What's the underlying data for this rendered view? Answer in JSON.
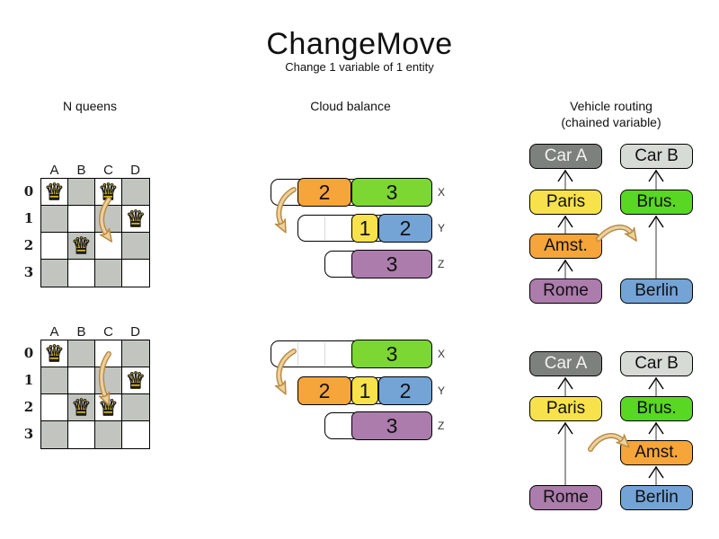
{
  "title": "ChangeMove",
  "subtitle": "Change 1 variable of 1 entity",
  "icons": {
    "queen": "♛",
    "move_arrow": "curved-tan-arrow",
    "chain_link_arrow": "up-chevron-arrow"
  },
  "colors": {
    "board_dark_square": "#c2c5bf",
    "queen_gold": "#f3cf1d",
    "move_arrow_fill": "#ecd0a0",
    "move_arrow_outline": "#b98a3e",
    "chain_line_gray": "#7a7a7a",
    "orange": "#f6a53b",
    "green": "#7cd732",
    "bright_green": "#58d723",
    "yellow": "#f7e24b",
    "blue": "#74a3d6",
    "purple": "#ac7cac",
    "car_a_gray": "#7d817d",
    "car_b_gray": "#d7dbd5"
  },
  "nqueens": {
    "label": "N queens",
    "columns": [
      "A",
      "B",
      "C",
      "D"
    ],
    "rows": [
      "0",
      "1",
      "2",
      "3"
    ],
    "before": {
      "queens": [
        "A0",
        "C0",
        "D1",
        "B2"
      ],
      "move": {
        "from": "C0",
        "to": "C2"
      }
    },
    "after": {
      "queens": [
        "A0",
        "D1",
        "B2",
        "C2"
      ],
      "move": {
        "from": "C0",
        "to": "C2"
      }
    }
  },
  "cloud_balance": {
    "label": "Cloud balance",
    "move": {
      "process": "2",
      "from": "X",
      "to": "Y"
    },
    "before": {
      "rows": [
        {
          "name": "X",
          "capacity": 6,
          "blocks": [
            {
              "value": "2",
              "color": "orange"
            },
            {
              "value": "3",
              "color": "green"
            }
          ]
        },
        {
          "name": "Y",
          "capacity": 5,
          "blocks": [
            {
              "value": "1",
              "color": "yellow"
            },
            {
              "value": "2",
              "color": "blue"
            }
          ]
        },
        {
          "name": "Z",
          "capacity": 4,
          "blocks": [
            {
              "value": "3",
              "color": "purple"
            }
          ]
        }
      ]
    },
    "after": {
      "rows": [
        {
          "name": "X",
          "capacity": 6,
          "blocks": [
            {
              "value": "3",
              "color": "green"
            }
          ]
        },
        {
          "name": "Y",
          "capacity": 5,
          "blocks": [
            {
              "value": "2",
              "color": "orange"
            },
            {
              "value": "1",
              "color": "yellow"
            },
            {
              "value": "2",
              "color": "blue"
            }
          ]
        },
        {
          "name": "Z",
          "capacity": 4,
          "blocks": [
            {
              "value": "3",
              "color": "purple"
            }
          ]
        }
      ]
    }
  },
  "vehicle_routing": {
    "label": "Vehicle routing",
    "sublabel": "(chained variable)",
    "move": {
      "stop": "Amst.",
      "from_chain": "Car A",
      "to_chain": "Car B"
    },
    "before": {
      "chains": [
        {
          "anchor": "Car A",
          "stops": [
            "Paris",
            "Amst.",
            "Rome"
          ]
        },
        {
          "anchor": "Car B",
          "stops": [
            "Brus.",
            "Berlin"
          ]
        }
      ]
    },
    "after": {
      "chains": [
        {
          "anchor": "Car A",
          "stops": [
            "Paris",
            "Rome"
          ]
        },
        {
          "anchor": "Car B",
          "stops": [
            "Brus.",
            "Amst.",
            "Berlin"
          ]
        }
      ]
    }
  }
}
